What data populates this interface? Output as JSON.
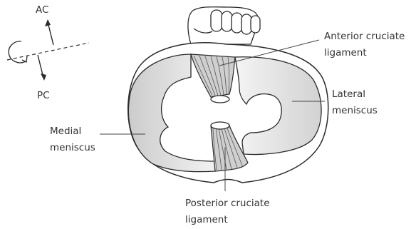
{
  "labels": {
    "ac": "AC",
    "pc": "PC",
    "anterior_line1": "Anterior cruciate",
    "anterior_line2": "ligament",
    "lateral_line1": "Lateral",
    "lateral_line2": "meniscus",
    "medial_line1": "Medial",
    "medial_line2": "meniscus",
    "posterior_line1": "Posterior cruciate",
    "posterior_line2": "ligament"
  },
  "colors": {
    "outline": "#2a2a2a",
    "meniscus_fill": "#dcdcdc",
    "ligament_fill": "#cfcfcf",
    "leader_line": "#444444",
    "text": "#333333"
  },
  "icons": {
    "rotation_indicator": "circular-arrow-icon",
    "foot": "foot-icon"
  }
}
